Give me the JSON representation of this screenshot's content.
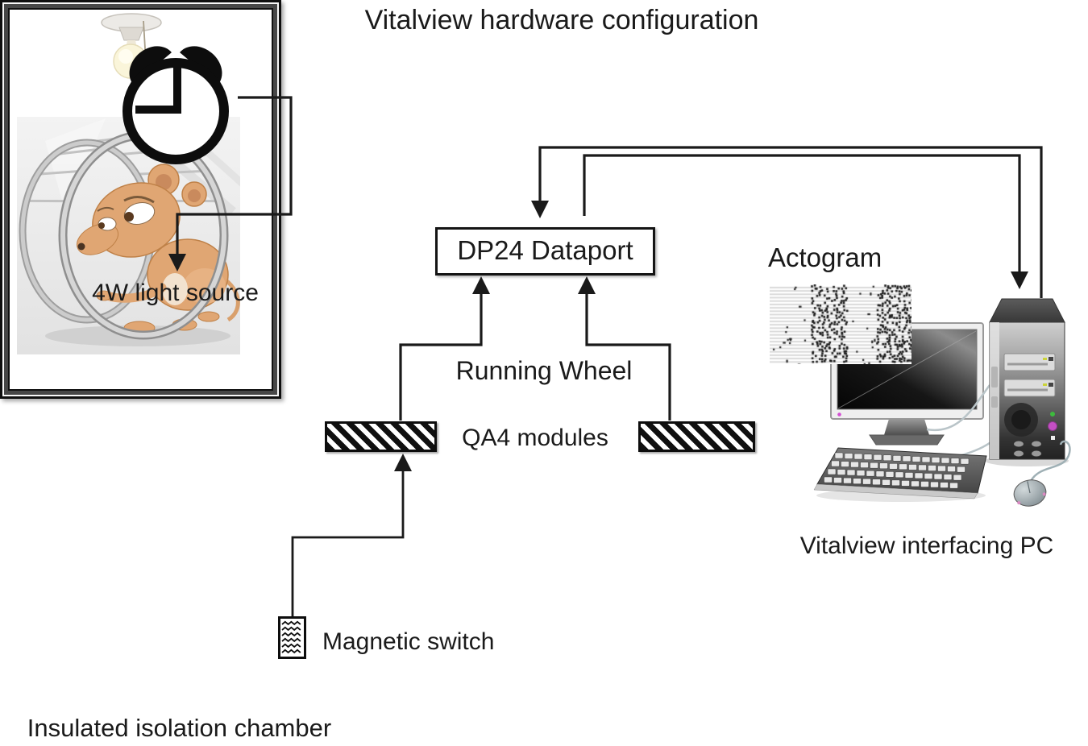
{
  "title": "Vitalview hardware configuration",
  "chamber": {
    "light_source_label": "4W light source",
    "running_wheel_label": "Running Wheel",
    "chamber_label": "Insulated isolation chamber",
    "magnetic_switch_label": "Magnetic switch"
  },
  "middle": {
    "dataport_label": "DP24 Dataport",
    "qa4_label": "QA4 modules"
  },
  "pc": {
    "actogram_label": "Actogram",
    "pc_label": "Vitalview interfacing PC"
  },
  "icons": {
    "timer": "alarm-clock-icon",
    "light": "light-bulb-icon",
    "wheel": "running-wheel-icon",
    "switch": "magnetic-switch-icon",
    "module": "qa4-hatched-bar-icon",
    "actogram": "actogram-image",
    "computer": "desktop-computer-icon"
  },
  "colors": {
    "line": "#1a1a1a",
    "text": "#1a1a1a",
    "background": "#ffffff",
    "hatch": "#101010"
  }
}
